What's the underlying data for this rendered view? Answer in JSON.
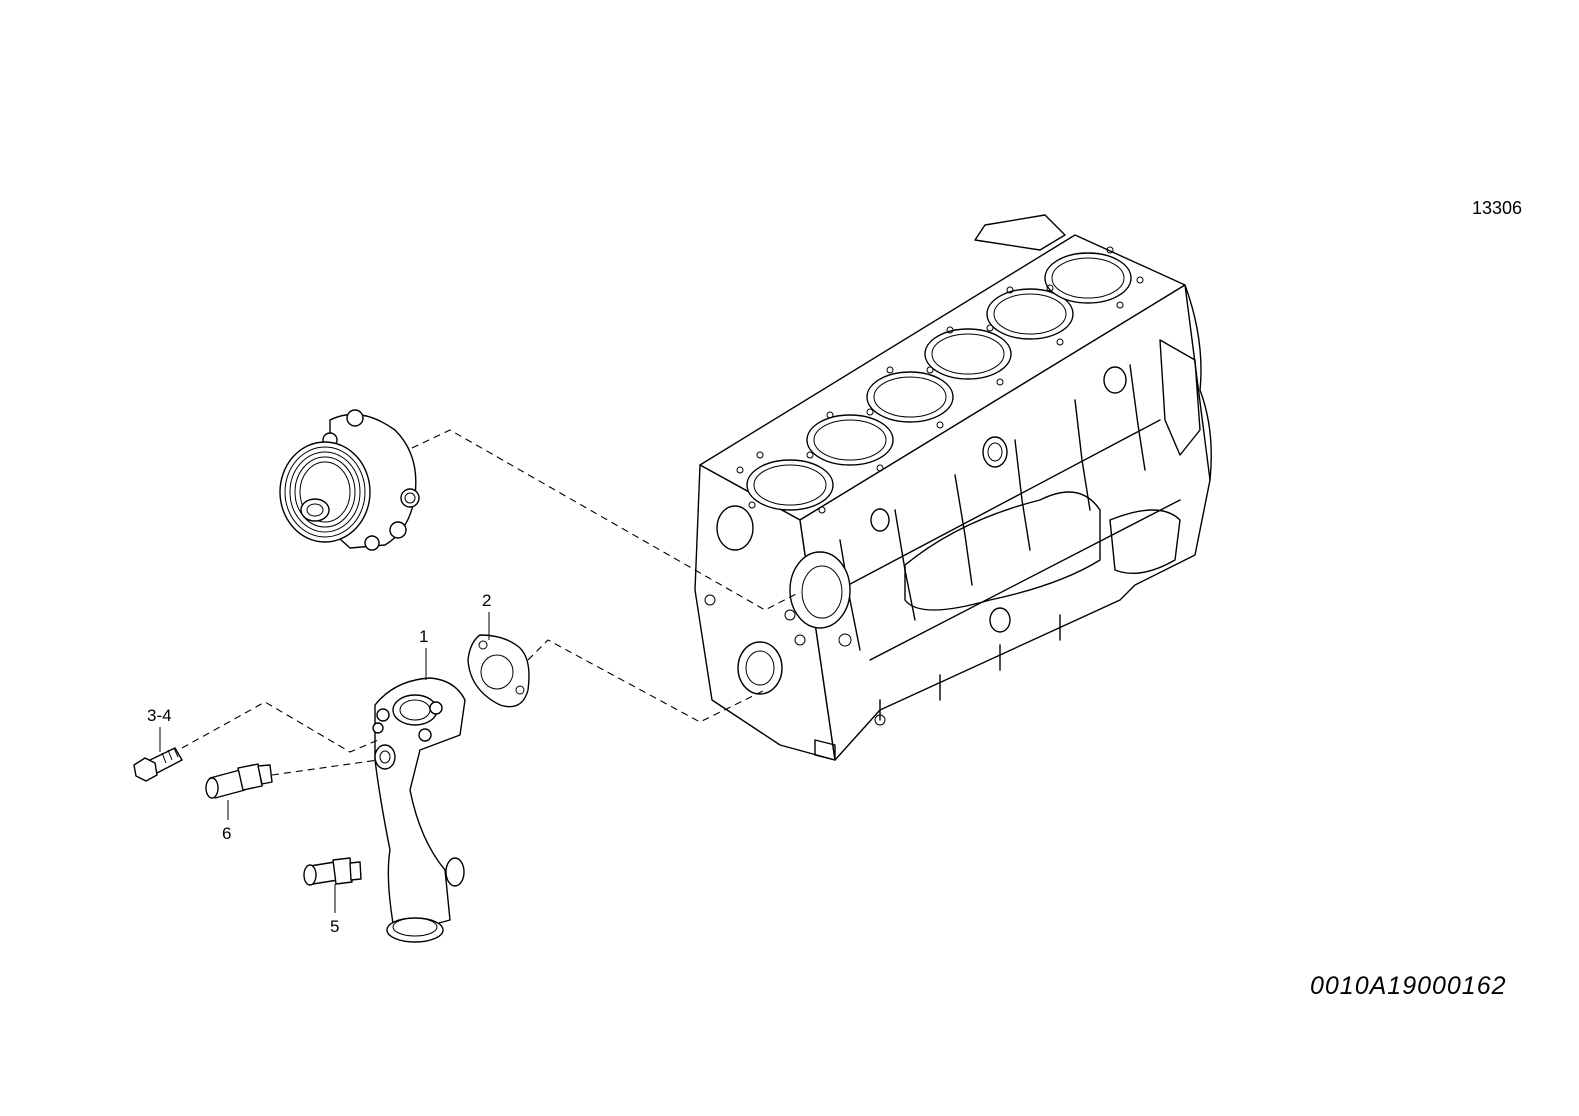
{
  "diagram": {
    "reference_number": "13306",
    "drawing_code": "0010A19000162",
    "callouts": [
      {
        "id": "1",
        "label": "1"
      },
      {
        "id": "2",
        "label": "2"
      },
      {
        "id": "3-4",
        "label": "3-4"
      },
      {
        "id": "5",
        "label": "5"
      },
      {
        "id": "6",
        "label": "6"
      }
    ],
    "parts": [
      {
        "name": "engine-block",
        "icon": "engine-block-icon"
      },
      {
        "name": "water-pump",
        "icon": "water-pump-icon"
      },
      {
        "name": "coolant-outlet-pipe",
        "icon": "pipe-icon"
      },
      {
        "name": "gasket",
        "icon": "gasket-icon"
      },
      {
        "name": "bolt",
        "icon": "bolt-icon"
      },
      {
        "name": "plug-5",
        "icon": "plug-icon"
      },
      {
        "name": "plug-6",
        "icon": "plug-icon"
      }
    ],
    "line_color": "#000000",
    "background": "#ffffff"
  }
}
